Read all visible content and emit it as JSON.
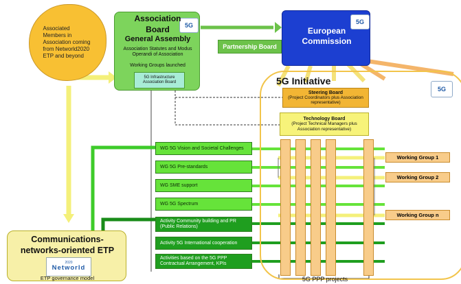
{
  "cloud": {
    "text": "Associated Members in Association coming from Networld2020 ETP and beyond"
  },
  "association": {
    "title1": "Association",
    "title2": "Board",
    "title3": "General Assembly",
    "sub": "Association Statutes and Modus Operandi of Association",
    "wg_launched": "Working Groups launched",
    "infra": "5G Infrastructure Association Board"
  },
  "partnership_board": "Partnership Board",
  "commission": {
    "title1": "European",
    "title2": "Commission"
  },
  "initiative": {
    "title": "5G Initiative",
    "steering_title": "Steering Board",
    "steering_sub": "(Project Coordinators plus Association representative)",
    "tech_title": "Technology Board",
    "tech_sub": "(Project Technical Managers plus Association representative)",
    "projects_label": "5G PPP projects"
  },
  "work_groups": [
    {
      "label": "WG 5G Vision and Societal Challenges",
      "style": "light"
    },
    {
      "label": "WG 5G Pre-standards",
      "style": "light"
    },
    {
      "label": "WG SME support",
      "style": "light"
    },
    {
      "label": "WG 5G Spectrum",
      "style": "light"
    },
    {
      "label": "Activity Community building and PR (Public Relations)",
      "style": "dark"
    },
    {
      "label": "Activity 5G International cooperation",
      "style": "dark"
    },
    {
      "label": "Activities based on the 5G PPP Contractual Arrangement, KPIs",
      "style": "dark"
    }
  ],
  "working_groups_right": [
    "Working Group 1",
    "Working Group 2",
    "Working Group n"
  ],
  "etp": {
    "title1": "Communications-",
    "title2": "networks-oriented ETP",
    "logo_text": "Networld",
    "logo_small": "2020",
    "governance": "ETP governance model"
  },
  "logo_5g": {
    "text": "5G"
  },
  "colors": {
    "green_light": "#66e33a",
    "green_dark": "#1f9e1f",
    "orange": "#f8cc8a",
    "yellow": "#f7f37a",
    "commission_blue": "#1c3fd1",
    "assoc_green": "#7dd45c",
    "cloud_orange": "#f8c033"
  }
}
